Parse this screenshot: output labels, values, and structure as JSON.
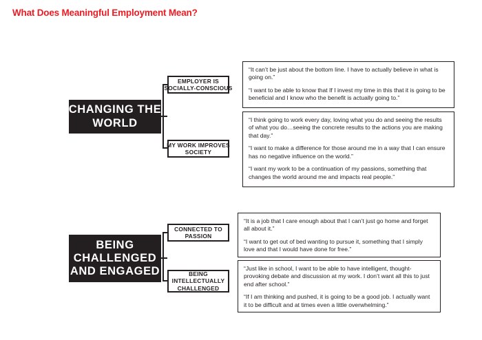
{
  "page": {
    "title": "What Does Meaningful Employment Mean?",
    "accent_color": "#ec1c24",
    "theme_box_color": "#231f20",
    "background_color": "#ffffff"
  },
  "sections": [
    {
      "id": "changing-the-world",
      "theme_lines": [
        "CHANGING THE",
        "WORLD"
      ],
      "subcategories": [
        {
          "id": "employer-socially-conscious",
          "lines": [
            "EMPLOYER IS",
            "SOCIALLY-CONSCIOUS"
          ],
          "quotes": [
            "“It can’t be just about the bottom line. I have to actually believe in what is going on.”",
            "“I want to be able to know that If I invest my time in this that it is going to be beneficial and I know who the benefit is actually going to.”"
          ]
        },
        {
          "id": "my-work-improves-society",
          "lines": [
            "MY WORK IMPROVES",
            "SOCIETY"
          ],
          "quotes": [
            "“I think going to work every day, loving what you do and seeing the results of what you do…seeing the concrete results to the actions you are making that day.”",
            "“I want to make a difference for those around me in a way that I can ensure has no negative influence on the world.”",
            "“I want my work to be a continuation of my passions, something that changes the world around me and impacts real people.”"
          ]
        }
      ]
    },
    {
      "id": "being-challenged-and-engaged",
      "theme_lines": [
        "BEING",
        "CHALLENGED",
        "AND ENGAGED"
      ],
      "subcategories": [
        {
          "id": "connected-to-passion",
          "lines": [
            "CONNECTED TO",
            "PASSION"
          ],
          "quotes": [
            "“It is a job that I care enough about that I can’t just go home and forget all about it.”",
            "“I want to get out of bed wanting to pursue it, something that I simply love and that I would have done for free.”"
          ]
        },
        {
          "id": "being-intellectually-challenged",
          "lines": [
            "BEING",
            "INTELLECTUALLY",
            "CHALLENGED"
          ],
          "quotes": [
            "“Just like in school, I want to be able to have intelligent, thought-provoking debate and discussion at my work. I don’t want all this to just end after school.”",
            "“If I am thinking and pushed, it is going to be a good job. I actually want it to be difficult and at times even a little overwhelming.”"
          ]
        }
      ]
    }
  ]
}
